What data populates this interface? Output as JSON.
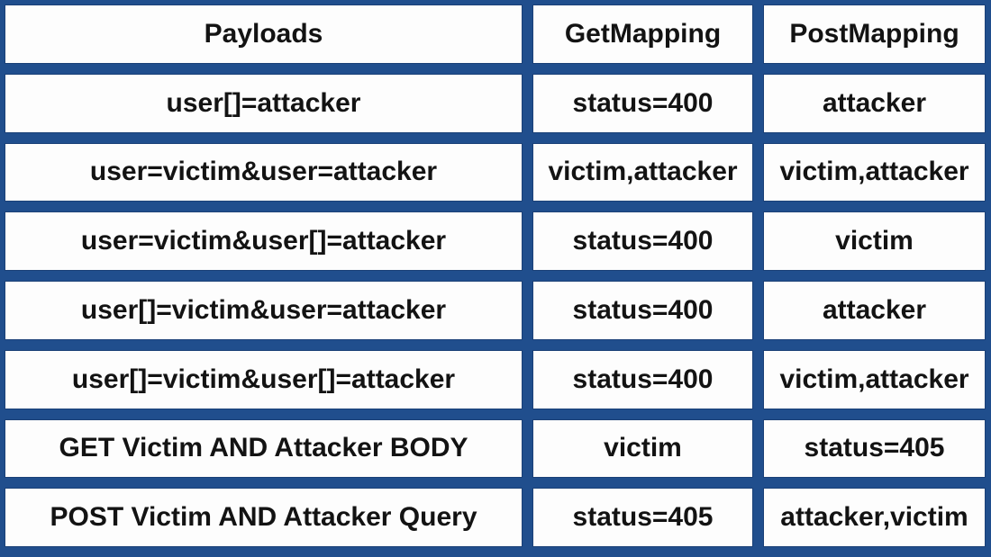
{
  "chart_data": {
    "type": "table",
    "title": "",
    "columns": [
      "Payloads",
      "GetMapping",
      "PostMapping"
    ],
    "rows": [
      [
        "user[]=attacker",
        "status=400",
        "attacker"
      ],
      [
        "user=victim&user=attacker",
        "victim,attacker",
        "victim,attacker"
      ],
      [
        "user=victim&user[]=attacker",
        "status=400",
        "victim"
      ],
      [
        "user[]=victim&user=attacker",
        "status=400",
        "attacker"
      ],
      [
        "user[]=victim&user[]=attacker",
        "status=400",
        "victim,attacker"
      ],
      [
        "GET Victim AND Attacker BODY",
        "victim",
        "status=405"
      ],
      [
        "POST Victim AND Attacker Query",
        "status=405",
        "attacker,victim"
      ]
    ],
    "layout": {
      "header_position": "top-row",
      "grid": "blue-borders-between-all-cells"
    }
  },
  "colors": {
    "grid_blue": "#204e8d",
    "cell_white": "#fdfdfd",
    "text_black": "#131313"
  }
}
